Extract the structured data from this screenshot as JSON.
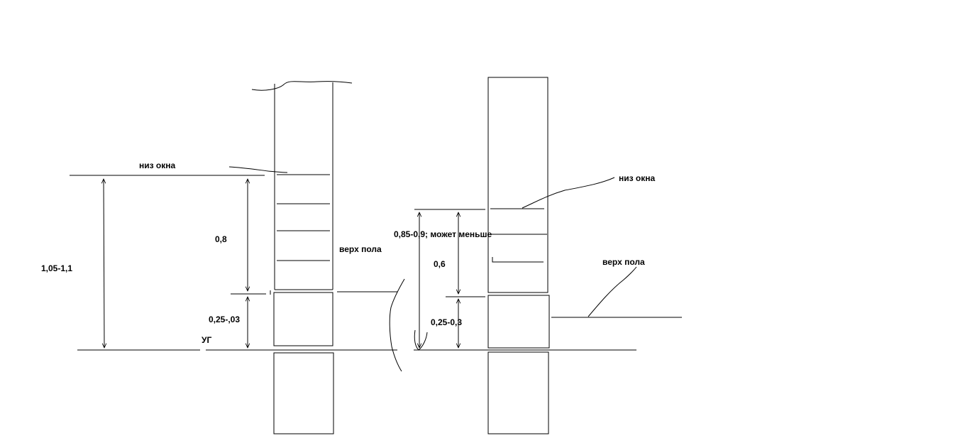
{
  "diagram": {
    "left": {
      "window_bottom_label": "низ окна",
      "total_height_label": "1,05-1,1",
      "sill_height_label": "0,8",
      "floor_top_label": "верх пола",
      "floor_build_up_label": "0,25-,03",
      "ground_level_label": "УГ"
    },
    "right": {
      "window_bottom_label": "низ окна",
      "total_height_label": "0,85-0,9;  может меньше",
      "sill_height_label": "0,6",
      "floor_top_label": "верх пола",
      "floor_build_up_label": "0,25-0,3"
    }
  }
}
